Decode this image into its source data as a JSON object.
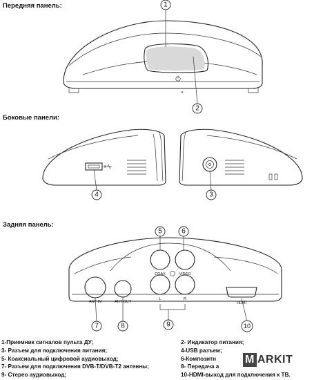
{
  "headings": {
    "front": "Передняя панель:",
    "side": "Боковые панели:",
    "rear": "Задняя панель:"
  },
  "callouts": {
    "c1": "1",
    "c2": "2",
    "c3": "3",
    "c4": "4",
    "c5": "5",
    "c6": "6",
    "c7": "7",
    "c8": "8",
    "c9": "9",
    "c10": "10"
  },
  "port_labels": {
    "coax": "COAX",
    "video": "VIDEO",
    "ant_in": "ANT IN",
    "ant_out": "ANT OUT",
    "left": "L",
    "right": "R",
    "hdmi": "HDMI"
  },
  "legend": {
    "left": [
      "1-Приемник сигналов пульта ДУ;",
      "3- Разъем для подключения питания;",
      "5- Коаксиальный цифровой аудиовыход;",
      "7- Разъем для подключения DVB-T/DVB-T2 антенны;",
      "9- Стерео аудиовыход;"
    ],
    "right": [
      "2- Индикатор питания;",
      "4-USB разъем;",
      "6-Композитн",
      "8- Передача а",
      "10-HDMI-выход для подключения к ТВ."
    ]
  },
  "logo": {
    "first": "M",
    "rest": "ARKIT"
  }
}
